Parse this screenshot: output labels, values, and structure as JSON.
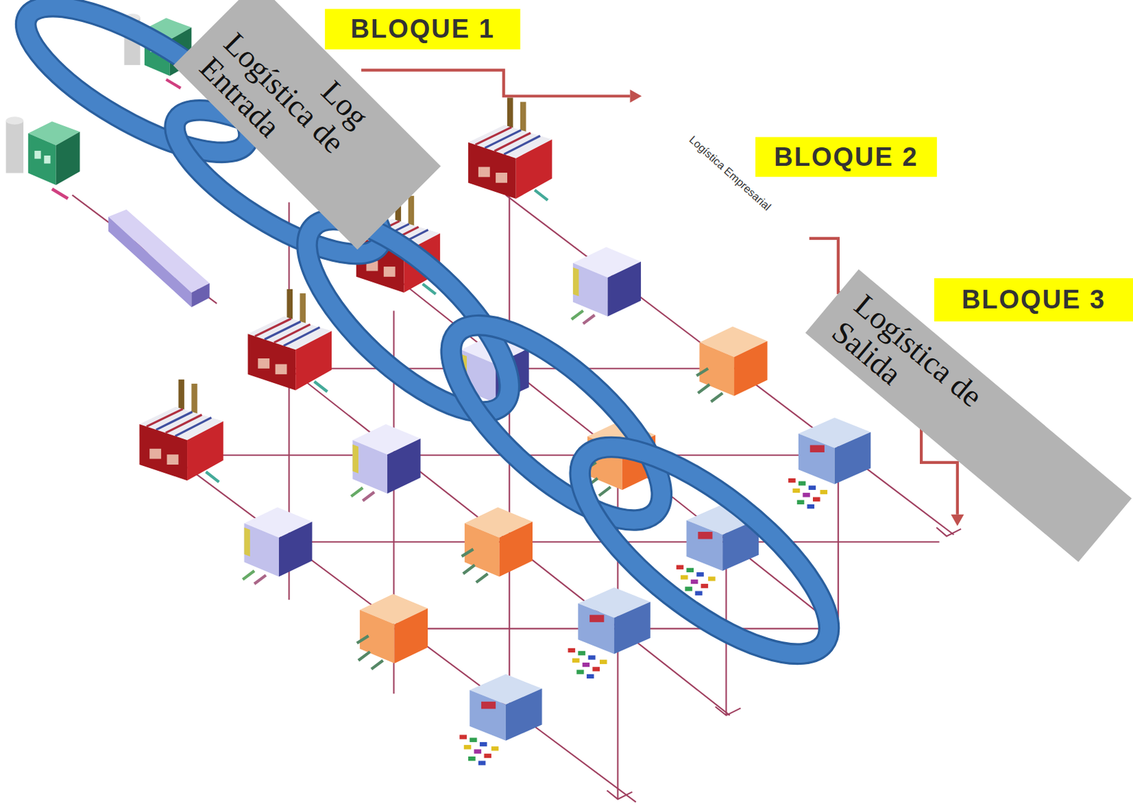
{
  "diagram": {
    "nodes": [
      {
        "text": [
          "Log",
          "Logística de Entrada"
        ]
      },
      {
        "text": [
          "BLOQUE 1"
        ]
      },
      {
        "text": [
          "BLOQUE 2"
        ]
      },
      {
        "text": [
          "BLOQUE 3"
        ]
      },
      {
        "text": [
          "Logística de Salida"
        ]
      }
    ],
    "labels": [
      "Logística Empresarial"
    ]
  }
}
